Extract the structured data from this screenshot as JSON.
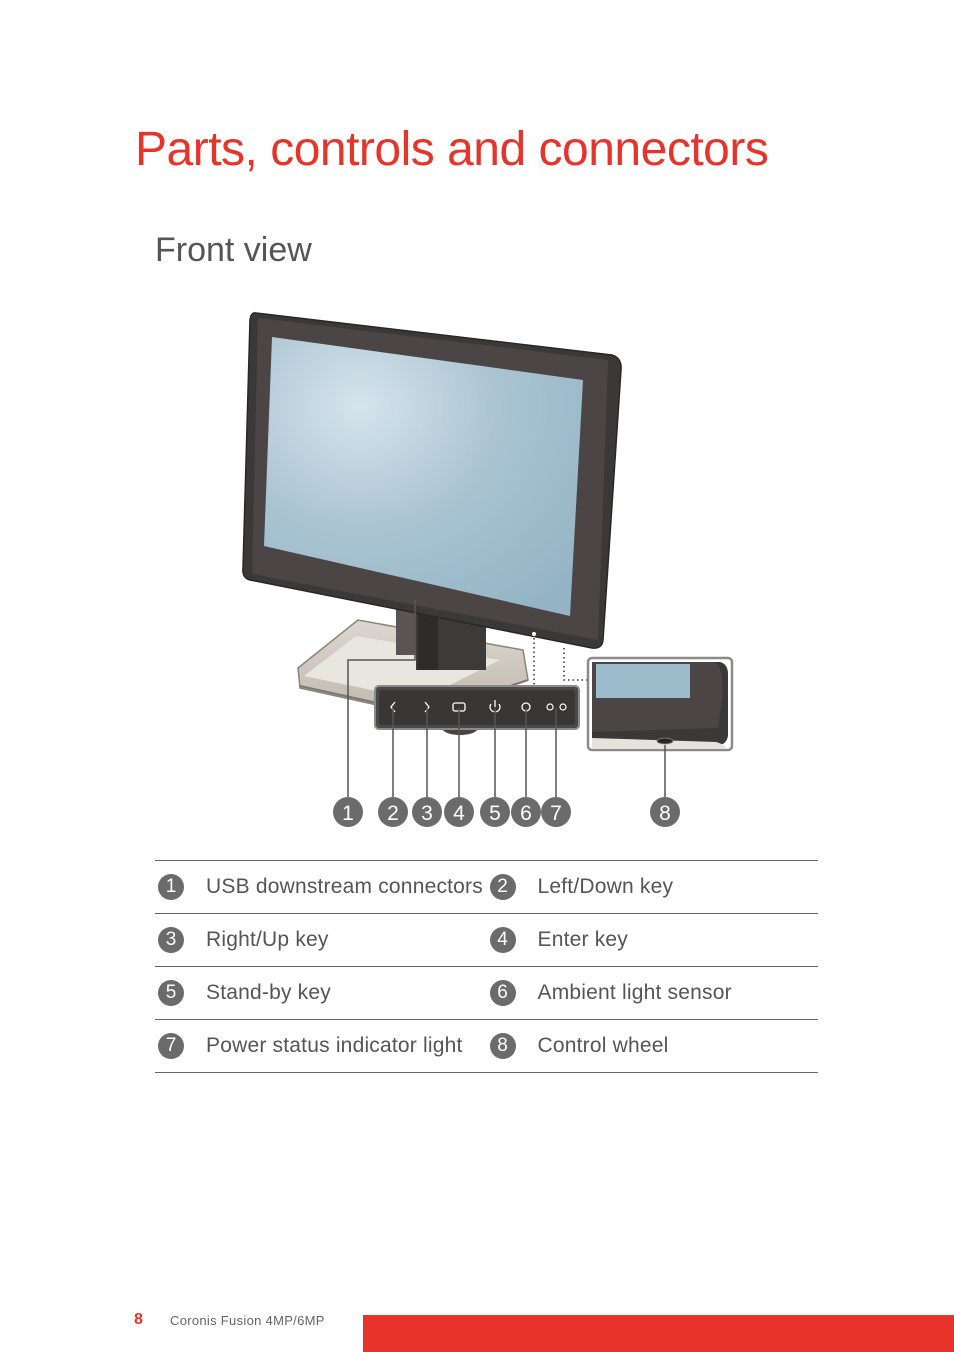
{
  "page": {
    "title": "Parts, controls and connectors",
    "subtitle": "Front view"
  },
  "figure": {
    "callouts": [
      "1",
      "2",
      "3",
      "4",
      "5",
      "6",
      "7",
      "8"
    ]
  },
  "legend": {
    "rows": [
      [
        {
          "num": "1",
          "label": "USB downstream connectors"
        },
        {
          "num": "2",
          "label": "Left/Down key"
        }
      ],
      [
        {
          "num": "3",
          "label": "Right/Up key"
        },
        {
          "num": "4",
          "label": "Enter key"
        }
      ],
      [
        {
          "num": "5",
          "label": "Stand-by key"
        },
        {
          "num": "6",
          "label": "Ambient light sensor"
        }
      ],
      [
        {
          "num": "7",
          "label": "Power status indicator light"
        },
        {
          "num": "8",
          "label": "Control wheel"
        }
      ]
    ]
  },
  "footer": {
    "page_number": "8",
    "product": "Coronis Fusion 4MP/6MP"
  },
  "colors": {
    "accent": "#e8332a",
    "badge": "#6b6b6b",
    "text": "#555555"
  }
}
